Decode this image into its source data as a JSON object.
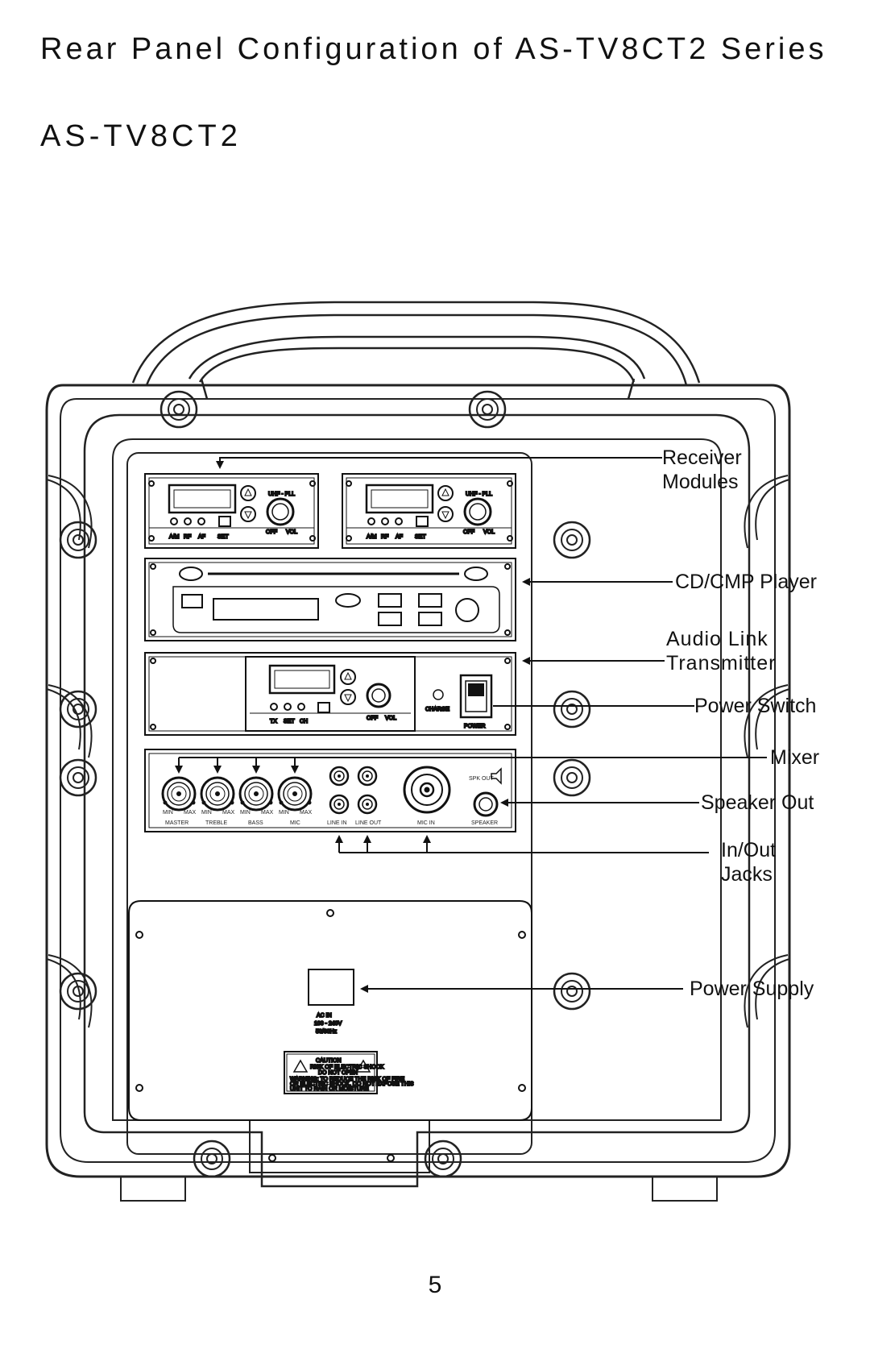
{
  "page": {
    "title": "Rear Panel Configuration of AS-TV8CT2 Series",
    "subtitle": "AS-TV8CT2",
    "page_number": "5"
  },
  "callouts": {
    "receiver_modules": [
      "Receiver",
      "Modules"
    ],
    "cd_player": "CD/CMP Player",
    "audio_link": [
      "Audio Link",
      "Transmitter"
    ],
    "power_switch": "Power Switch",
    "mixer": "Mixer",
    "speaker_out": "Speaker Out",
    "in_out_jacks": [
      "In/Out",
      "Jacks"
    ],
    "power_supply": "Power Supply"
  },
  "panel_labels": {
    "receiver_brand": "UHF - PLL",
    "receiver_indicators": [
      "A/M",
      "RF",
      "AF",
      "SET"
    ],
    "receiver_knob": [
      "OFF",
      "VOL"
    ],
    "transmitter_indicators": [
      "TX",
      "SET",
      "CH"
    ],
    "transmitter_knob": [
      "OFF",
      "VOL"
    ],
    "charge": "CHARGE",
    "power": "POWER",
    "mixer_knobs": [
      "MASTER",
      "TREBLE",
      "BASS",
      "MIC"
    ],
    "knob_range": [
      "MIN",
      "MAX"
    ],
    "jacks": [
      "LINE IN",
      "LINE OUT",
      "MIC IN",
      "SPEAKER"
    ],
    "speaker_out_tag": "SPK OUT",
    "ac_input": [
      "AC IN",
      "100 - 240V",
      "50/60Hz"
    ],
    "caution": "CAUTION",
    "caution_text": [
      "RISK OF ELECTRIC SHOCK",
      "DO NOT OPEN"
    ],
    "warning_text": [
      "WARNING: TO REDUCE THE RISK OF FIRE",
      "OR ELECTRIC SHOCK, DO NOT EXPOSE THIS",
      "UNIT TO RAIN OR MOISTURE"
    ]
  }
}
